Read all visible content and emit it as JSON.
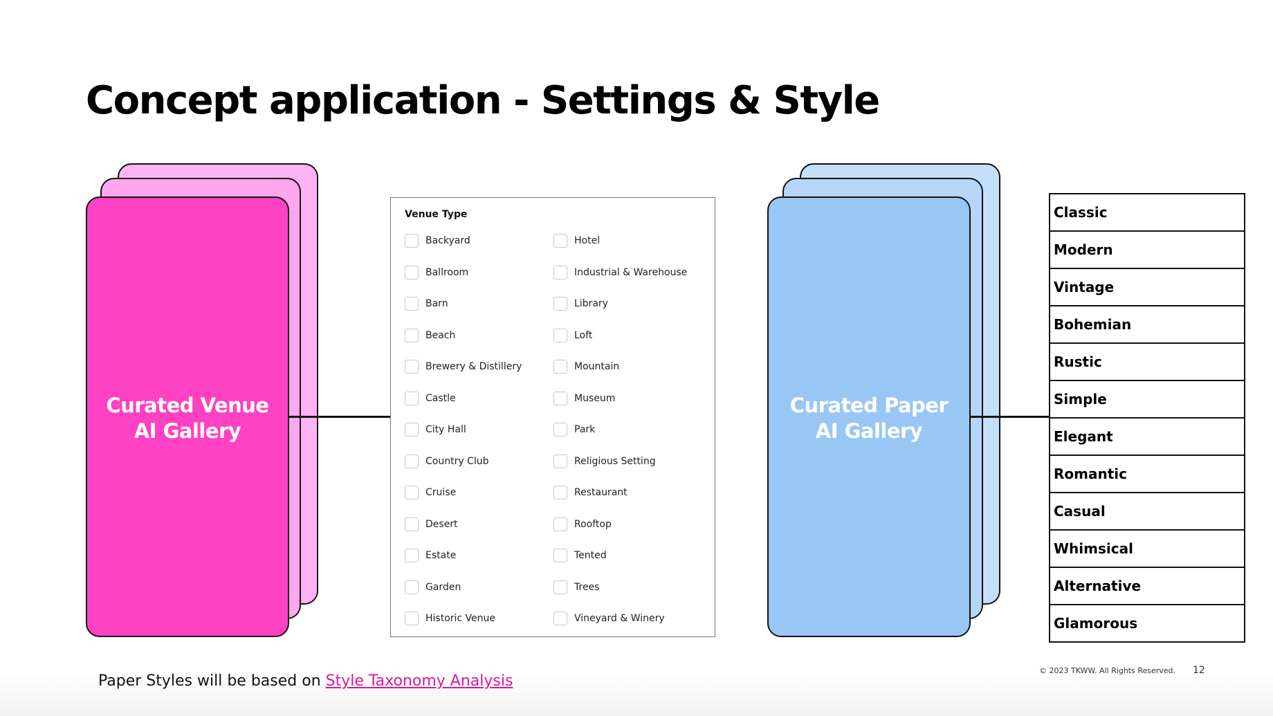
{
  "slide": {
    "title": "Concept application - Settings & Style",
    "venue_gallery": {
      "line1": "Curated Venue",
      "line2": "AI Gallery"
    },
    "paper_gallery": {
      "line1": "Curated Paper",
      "line2": "AI Gallery"
    },
    "venue_panel": {
      "label": "Venue Type",
      "left_options": [
        "Backyard",
        "Ballroom",
        "Barn",
        "Beach",
        "Brewery & Distillery",
        "Castle",
        "City Hall",
        "Country Club",
        "Cruise",
        "Desert",
        "Estate",
        "Garden",
        "Historic Venue"
      ],
      "right_options": [
        "Hotel",
        "Industrial & Warehouse",
        "Library",
        "Loft",
        "Mountain",
        "Museum",
        "Park",
        "Religious Setting",
        "Restaurant",
        "Rooftop",
        "Tented",
        "Trees",
        "Vineyard & Winery"
      ]
    },
    "styles": [
      "Classic",
      "Modern",
      "Vintage",
      "Bohemian",
      "Rustic",
      "Simple",
      "Elegant",
      "Romantic",
      "Casual",
      "Whimsical",
      "Alternative",
      "Glamorous"
    ],
    "footer": {
      "note_prefix": "Paper Styles will be based on ",
      "link_text": "Style Taxonomy Analysis",
      "copyright": "© 2023 TKWW. All Rights Reserved.",
      "page_number": "12"
    },
    "colors": {
      "venue_accent": "#ff41c3",
      "paper_accent": "#99c7f4",
      "link": "#d6199e"
    }
  }
}
